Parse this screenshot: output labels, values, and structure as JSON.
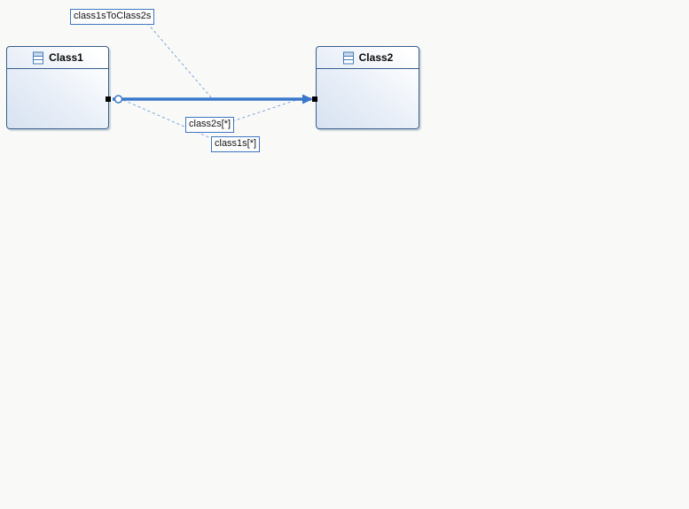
{
  "canvas": {
    "background": "#f9faf7"
  },
  "palette": {
    "node_border": "#365e8d",
    "node_fill_light": "#ffffff",
    "node_fill_dark": "#d7e2f1",
    "edge_blue": "#3a78cc",
    "attachment_line_blue": "#7ba3dd",
    "label_border": "#3f76c2",
    "label_background": "#fdfdfd",
    "handle_black": "#000000"
  },
  "icons": {
    "class_icon": "uml-class-compartment-icon",
    "source_decorator": "open-circle",
    "target_decorator": "filled-arrow"
  },
  "nodes": [
    {
      "name": "Class1"
    },
    {
      "name": "Class2"
    }
  ],
  "edge": {
    "name_label": "class1sToClass2s",
    "source_role_label": "class1s[*]",
    "target_role_label": "class2s[*]",
    "selected": true
  }
}
